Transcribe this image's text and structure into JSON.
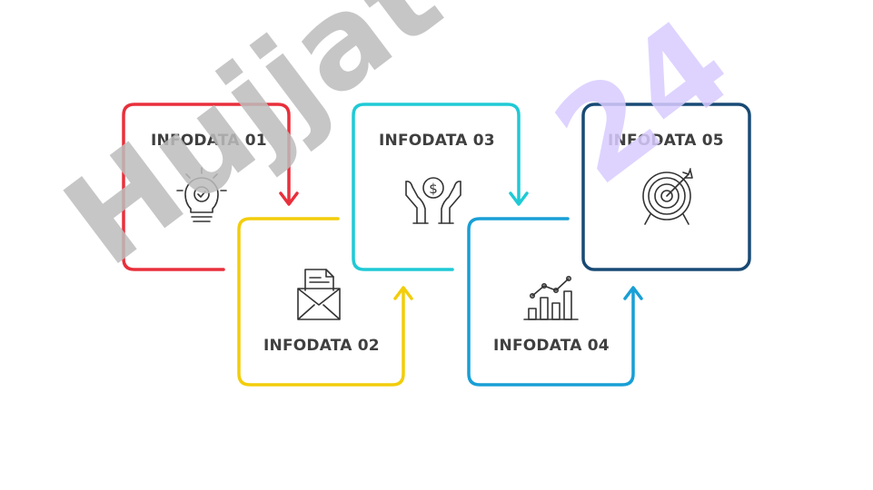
{
  "steps": [
    {
      "id": "01",
      "label": "INFODATA 01",
      "icon": "lightbulb-check-icon",
      "color": "#e8303c"
    },
    {
      "id": "02",
      "label": "INFODATA 02",
      "icon": "envelope-letter-icon",
      "color": "#f2cd0b"
    },
    {
      "id": "03",
      "label": "INFODATA 03",
      "icon": "hands-coin-icon",
      "color": "#1fcad5"
    },
    {
      "id": "04",
      "label": "INFODATA 04",
      "icon": "bar-chart-growth-icon",
      "color": "#189fd6"
    },
    {
      "id": "05",
      "label": "INFODATA 05",
      "icon": "target-arrow-icon",
      "color": "#184a75"
    }
  ],
  "watermark": {
    "main": "Hujjat",
    "accent": "24",
    "main_color": "#bdbdbd",
    "accent_color": "#d9ccff"
  }
}
